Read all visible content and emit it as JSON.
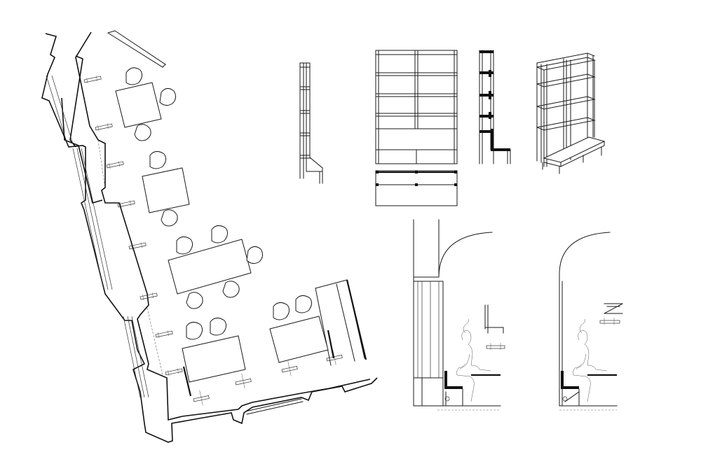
{
  "drawing": {
    "colors": {
      "line": "#1a1a1a",
      "background": "#ffffff",
      "fill": "#111111"
    },
    "views": [
      {
        "id": "floor-plan",
        "kind": "plan"
      },
      {
        "id": "shelf-side-elevation",
        "kind": "elevation"
      },
      {
        "id": "shelf-front-elevation",
        "kind": "elevation"
      },
      {
        "id": "shelf-plan",
        "kind": "plan"
      },
      {
        "id": "shelf-section",
        "kind": "section"
      },
      {
        "id": "shelf-axonometric",
        "kind": "axonometric"
      },
      {
        "id": "wall-section-1",
        "kind": "section"
      },
      {
        "id": "wall-section-2",
        "kind": "section"
      }
    ]
  }
}
